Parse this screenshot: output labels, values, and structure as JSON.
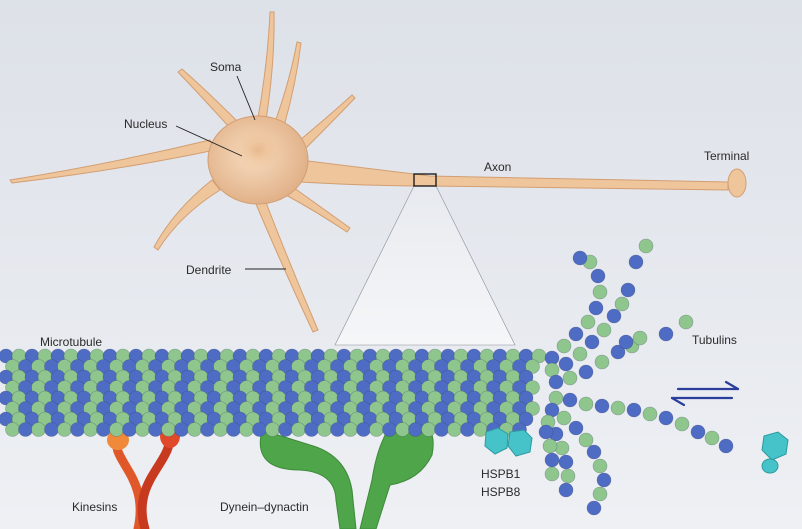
{
  "labels": {
    "soma": "Soma",
    "nucleus": "Nucleus",
    "axon": "Axon",
    "terminal": "Terminal",
    "dendrite": "Dendrite",
    "microtubule": "Microtubule",
    "tubulins": "Tubulins",
    "hspb1": "HSPB1",
    "hspb8": "HSPB8",
    "kinesins": "Kinesins",
    "dynein_dynactin": "Dynein–dynactin"
  },
  "colors": {
    "background_top": "#dde1e8",
    "background_bottom": "#eef0f4",
    "neuron_body": "#f0c9a0",
    "neuron_shadow": "#d9a57a",
    "tubulin_alpha": "#4f6cc4",
    "tubulin_beta": "#8ec68e",
    "hspb": "#46c3c9",
    "kinesin": "#e0582a",
    "dynein": "#4fa64a",
    "equilibrium_arrow": "#2b3e9c"
  },
  "icons": [
    "equilibrium-arrows-icon"
  ]
}
